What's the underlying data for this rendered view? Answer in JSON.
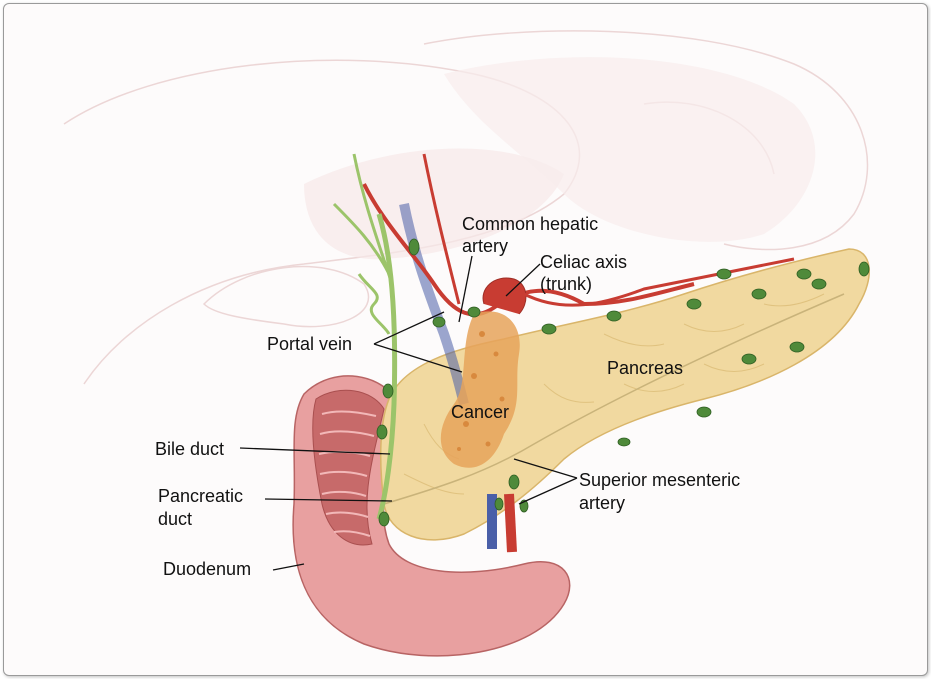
{
  "labels": {
    "common_hepatic_1": "Common hepatic",
    "common_hepatic_2": "artery",
    "celiac_1": "Celiac axis",
    "celiac_2": "(trunk)",
    "portal_vein": "Portal vein",
    "pancreas": "Pancreas",
    "cancer": "Cancer",
    "bile_duct": "Bile duct",
    "pancreatic_duct_1": "Pancreatic",
    "pancreatic_duct_2": "duct",
    "sma_1": "Superior mesenteric",
    "sma_2": "artery",
    "duodenum": "Duodenum"
  },
  "colors": {
    "pancreas": "#f1d9a0",
    "pancreas_edge": "#d9b56a",
    "duodenum": "#e8a0a0",
    "duodenum_inner": "#c76a6a",
    "artery": "#c83c32",
    "vein": "#4a5fa8",
    "bile": "#9cc46a",
    "lymph": "#4f8a3a",
    "cancer": "#e6a35a",
    "label": "#111111"
  }
}
